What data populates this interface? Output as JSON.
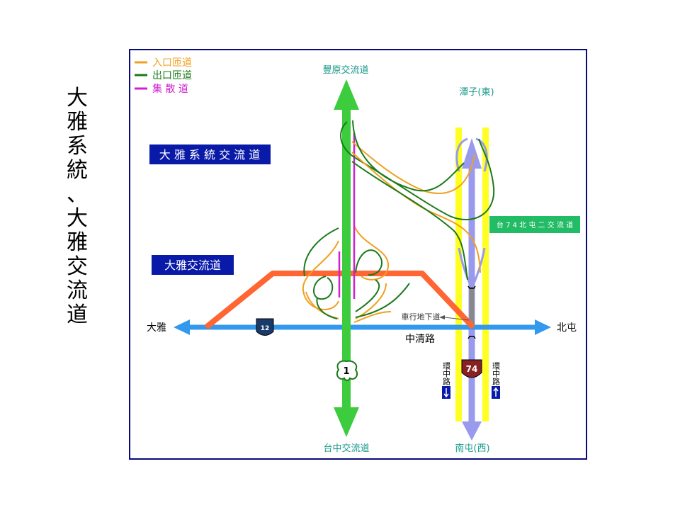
{
  "title_chars": [
    "大",
    "雅",
    "系",
    "統",
    "、",
    "大",
    "雅",
    "交",
    "流",
    "道"
  ],
  "legend": [
    {
      "label": "入口匝道",
      "color": "#f0a020"
    },
    {
      "label": "出口匝道",
      "color": "#1a7a1a"
    },
    {
      "label": "集 散 道",
      "color": "#d020d0"
    }
  ],
  "boxes": {
    "system_interchange": "大 雅 系 統 交 流 道",
    "daya_interchange": "大雅交流道",
    "tw74_interchange": "台 7 4 北 屯 二 交 流 道"
  },
  "destinations": {
    "north_fy": "豐原交流道",
    "north_tz": "潭子(東)",
    "south_tc": "台中交流道",
    "south_nt": "南屯(西)",
    "west": "大雅",
    "east": "北屯"
  },
  "road_labels": {
    "zhongqing": "中清路",
    "underpass": "車行地下道",
    "ring_left": "環中路",
    "ring_right": "環中路"
  },
  "shields": {
    "highway1": "1",
    "prov74": "74",
    "prov12": "12"
  },
  "colors": {
    "freeway": "#3dcc3d",
    "expressway": "#9999ee",
    "zhongqing": "#3399ee",
    "ring_road": "#ffff22",
    "ramp_orange": "#ff6633",
    "entry_ramp": "#f0a020",
    "exit_ramp": "#1a7a1a",
    "cd_road": "#d020d0",
    "box_blue": "#0a1aa8",
    "box_green": "#22bb66",
    "text_teal": "#1a9a8a"
  }
}
